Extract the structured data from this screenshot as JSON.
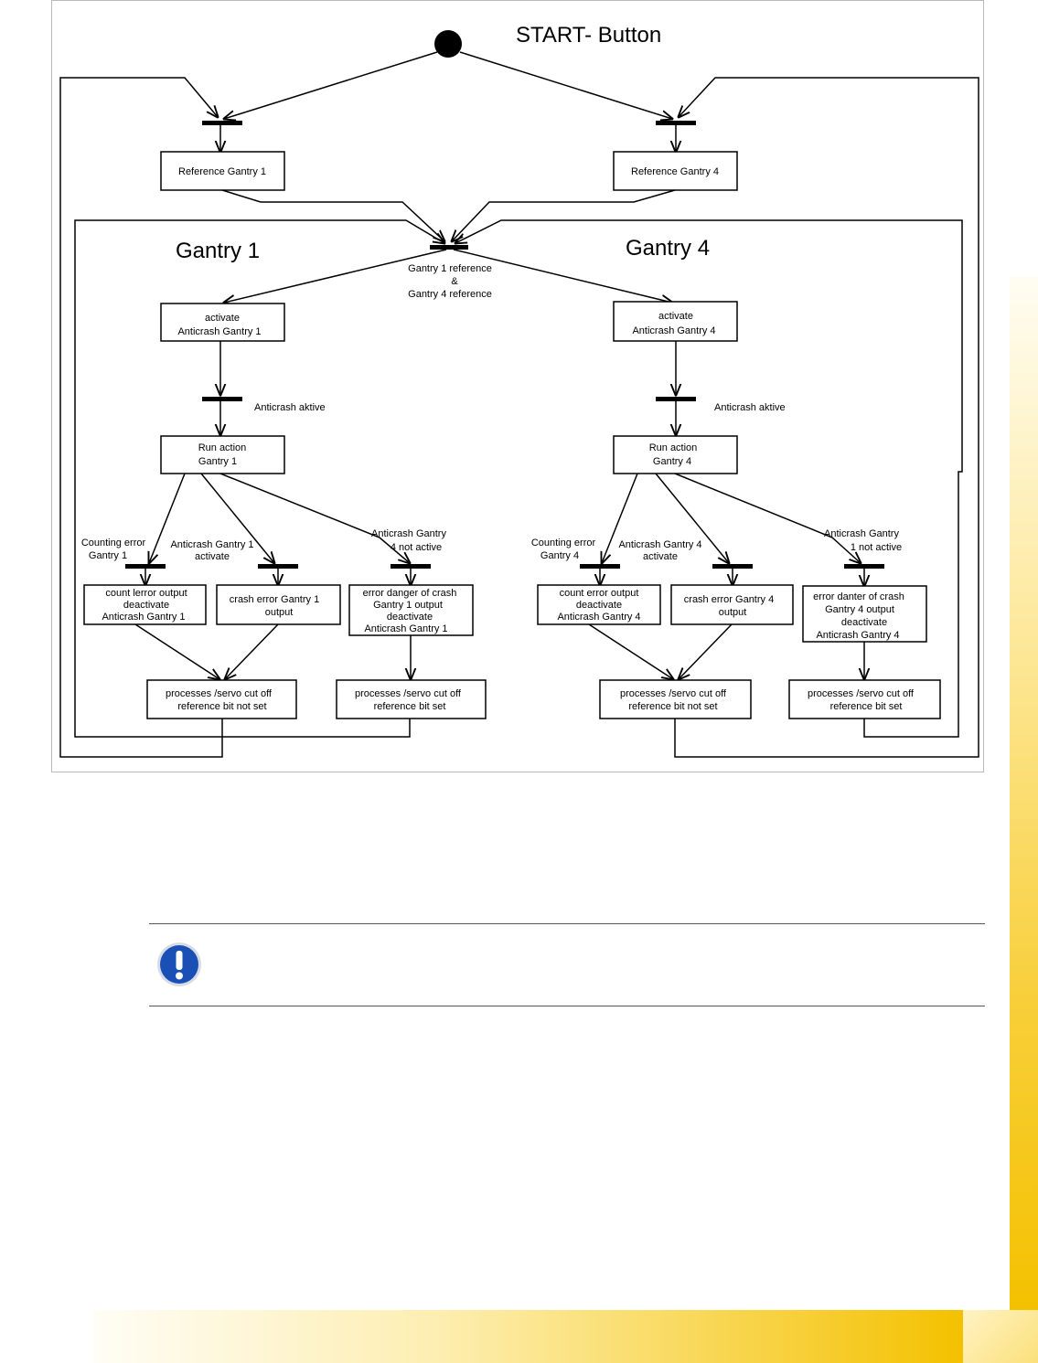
{
  "diagram": {
    "start_label": "START- Button",
    "group_gantry1": "Gantry 1",
    "group_gantry4": "Gantry 4",
    "ref_gantry1": "Reference Gantry 1",
    "ref_gantry4": "Reference Gantry 4",
    "join_label": [
      "Gantry 1 reference",
      "&",
      "Gantry 4 reference"
    ],
    "activate_g1": [
      "activate",
      "Anticrash Gantry 1"
    ],
    "activate_g4": [
      "activate",
      "Anticrash Gantry 4"
    ],
    "anticrash_aktive_g1": "Anticrash aktive",
    "anticrash_aktive_g4": "Anticrash aktive",
    "run_g1": [
      "Run action",
      "Gantry 1"
    ],
    "run_g4": [
      "Run action",
      "Gantry 4"
    ],
    "g1_guard_counting": [
      "Counting error",
      "Gantry 1"
    ],
    "g1_guard_activate": [
      "Anticrash Gantry 1",
      "activate"
    ],
    "g1_guard_notactive": [
      "Anticrash Gantry",
      "4 not active"
    ],
    "g4_guard_counting": [
      "Counting error",
      "Gantry 4"
    ],
    "g4_guard_activate": [
      "Anticrash Gantry 4",
      "activate"
    ],
    "g4_guard_notactive": [
      "Anticrash Gantry",
      "1 not active"
    ],
    "g1_count_error": [
      "count lerror output",
      "deactivate",
      "Anticrash Gantry 1"
    ],
    "g1_crash_error": [
      "crash error Gantry 1",
      "output"
    ],
    "g1_danger": [
      "error danger of crash",
      "Gantry 1 output",
      "deactivate",
      "Anticrash Gantry 1"
    ],
    "g4_count_error": [
      "count error output",
      "deactivate",
      "Anticrash Gantry 4"
    ],
    "g4_crash_error": [
      "crash error Gantry 4",
      "output"
    ],
    "g4_danger": [
      "error danter of crash",
      "Gantry 4 output",
      "deactivate",
      "Anticrash Gantry 4"
    ],
    "g1_cutoff_not_set": [
      "processes /servo cut off",
      "reference bit not set"
    ],
    "g1_cutoff_set": [
      "processes /servo cut off",
      "reference bit set"
    ],
    "g4_cutoff_not_set": [
      "processes /servo cut off",
      "reference bit not set"
    ],
    "g4_cutoff_set": [
      "processes /servo cut off",
      "reference bit set"
    ]
  },
  "note": {
    "icon": "exclamation-icon",
    "icon_color": "#1a4fb5"
  },
  "colors": {
    "stripe": "#f4c100"
  }
}
